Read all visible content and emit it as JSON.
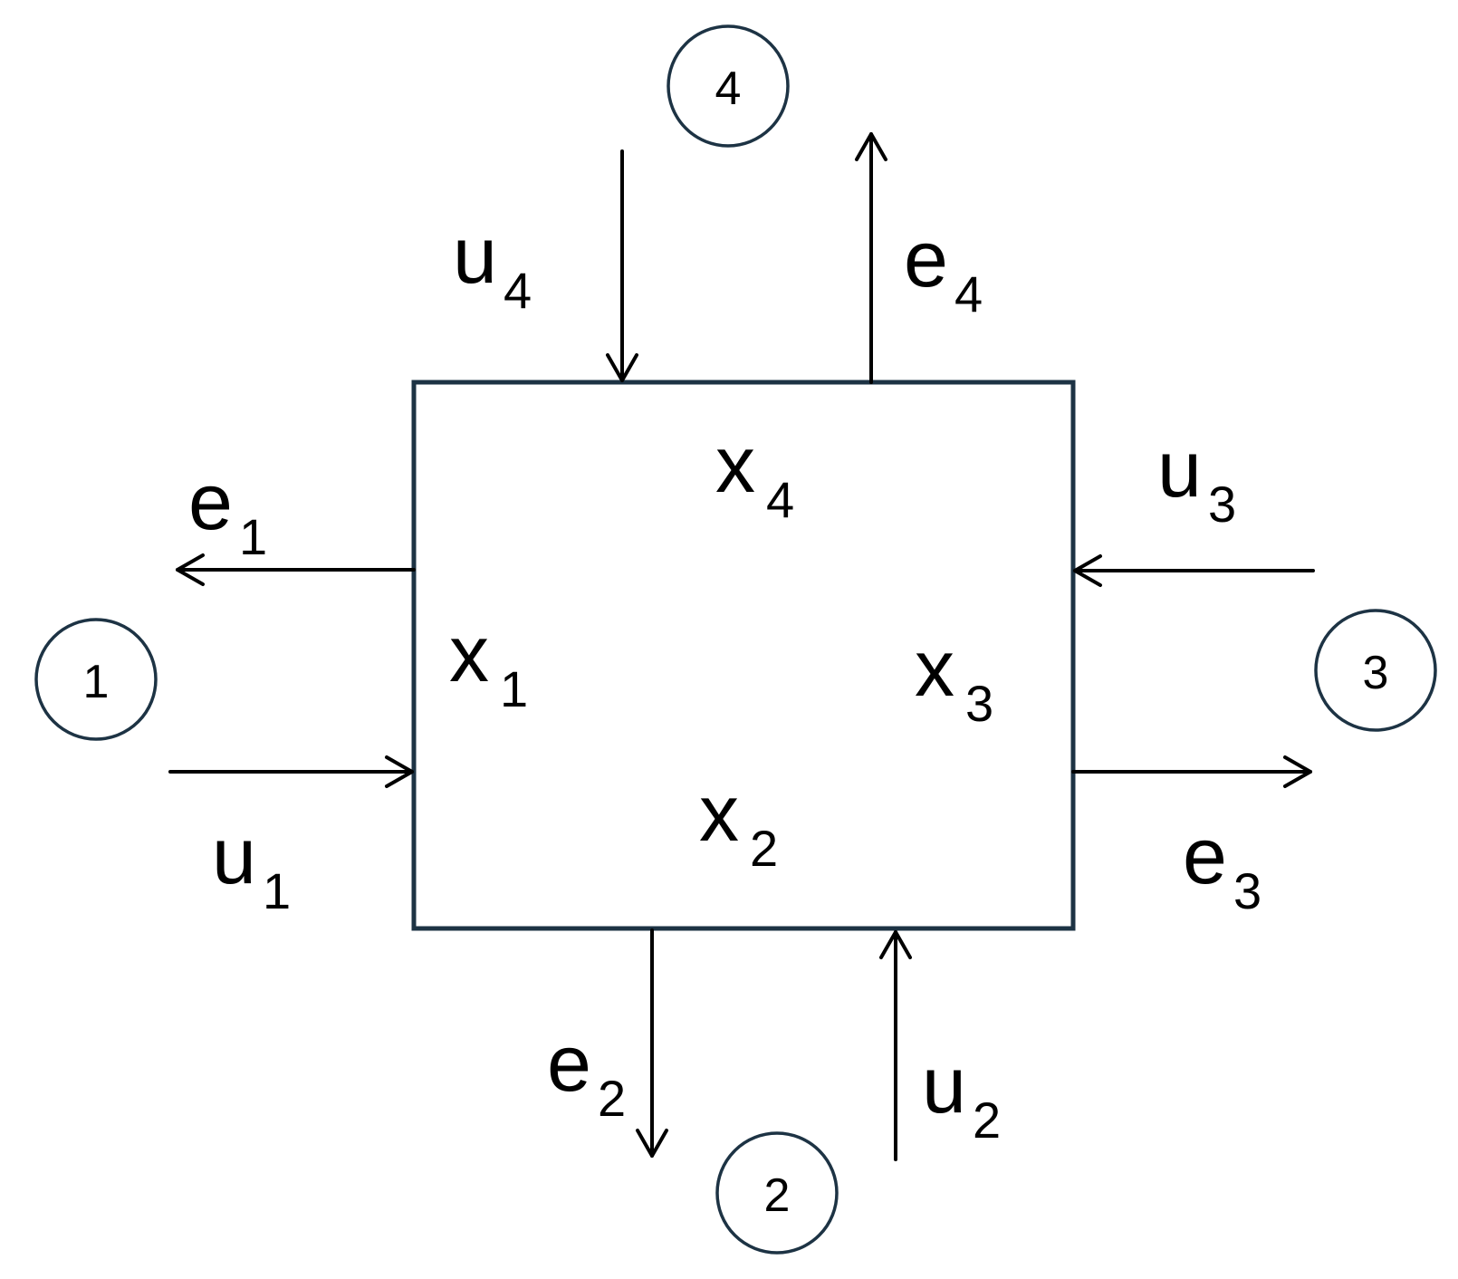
{
  "ports": [
    {
      "id": "1",
      "label": "1"
    },
    {
      "id": "2",
      "label": "2"
    },
    {
      "id": "3",
      "label": "3"
    },
    {
      "id": "4",
      "label": "4"
    }
  ],
  "signals": {
    "u1": {
      "base": "u",
      "sub": "1"
    },
    "e1": {
      "base": "e",
      "sub": "1"
    },
    "u2": {
      "base": "u",
      "sub": "2"
    },
    "e2": {
      "base": "e",
      "sub": "2"
    },
    "u3": {
      "base": "u",
      "sub": "3"
    },
    "e3": {
      "base": "e",
      "sub": "3"
    },
    "u4": {
      "base": "u",
      "sub": "4"
    },
    "e4": {
      "base": "e",
      "sub": "4"
    }
  },
  "states": {
    "x1": {
      "base": "x",
      "sub": "1"
    },
    "x2": {
      "base": "x",
      "sub": "2"
    },
    "x3": {
      "base": "x",
      "sub": "3"
    },
    "x4": {
      "base": "x",
      "sub": "4"
    }
  }
}
